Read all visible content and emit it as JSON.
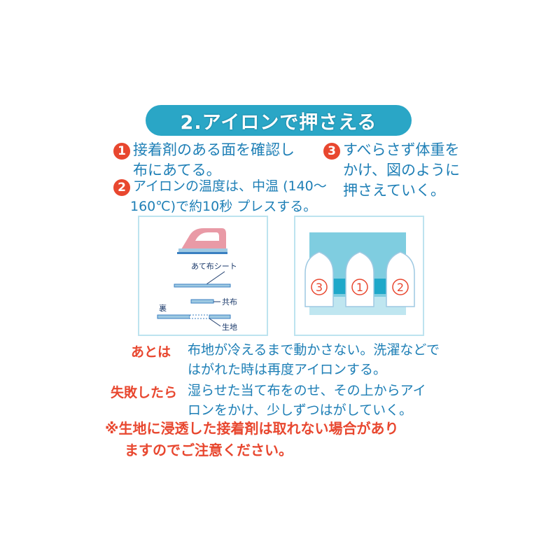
{
  "title": "2.アイロンで押さえる",
  "steps": [
    {
      "number": "1",
      "lines": [
        "接着剤のある面を確認し",
        "布にあてる。"
      ]
    },
    {
      "number": "2",
      "lines": [
        "アイロンの温度は、中温 (140～",
        "160℃)で約10秒 プレスする。"
      ]
    },
    {
      "number": "3",
      "lines": [
        "すべらさず体重を",
        "かけ、図のように",
        "押さえていく。"
      ]
    }
  ],
  "diagram_left": {
    "labels": {
      "pressing_sheet": "あて布シート",
      "same_fabric": "共布",
      "back_side": "裏",
      "base_fabric": "生地"
    },
    "icon": "iron-icon"
  },
  "diagram_right": {
    "order": [
      "3",
      "1",
      "2"
    ]
  },
  "notes": [
    {
      "label": "あとは",
      "lines": [
        "布地が冷えるまで動かさない。洗濯などで",
        "はがれた時は再度アイロンする。"
      ]
    },
    {
      "label": "失敗したら",
      "lines": [
        "湿らせた当て布をのせ、その上からアイ",
        "ロンをかけ、少しずつはがしていく。"
      ]
    }
  ],
  "warning": [
    "※生地に浸透した接着剤は取れない場合があり",
    "ますのでご注意ください。"
  ],
  "colors": {
    "accent_blue": "#2aa6c6",
    "text_blue": "#1e7fb6",
    "accent_red": "#e8472f",
    "panel_border": "#bde3ef"
  }
}
